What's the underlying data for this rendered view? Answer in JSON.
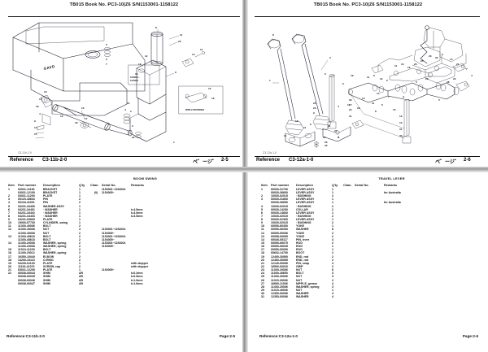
{
  "document": {
    "machine_header": "TB015   Book No. PC3-10|Z6  S/N1153001-1158122"
  },
  "pages": [
    {
      "id": "left",
      "header": "TB015   Book No. PC3-10|Z6  S/N1153001-1158122",
      "illustration": {
        "reference_label": "Reference",
        "reference_code": "C3-11b-2-0",
        "page_label": "ペ゛ージ゛",
        "page_number": "2-5",
        "drawing_code": "C3-11b-2-0",
        "callout_note": "WITH STOPPER",
        "serial_note_line1": "1153001~",
        "serial_note_line2": "1154004"
      },
      "table": {
        "group_title": "BOOM SWING",
        "columns": [
          "Item",
          "Part number",
          "Description",
          "Q'ty",
          "Chan.",
          "Serial No.",
          "Remarks"
        ],
        "rows": [
          {
            "item": "1",
            "part": "03031-11100",
            "desc": "BRACKET",
            "qty": "1",
            "chan": "",
            "serial": "1153001~1154004",
            "rem": ""
          },
          {
            "item": "",
            "part": "03031-12100",
            "desc": "BRACKET",
            "qty": "1",
            "chan": "(0)",
            "serial": "1154005~",
            "rem": ""
          },
          {
            "item": "2",
            "part": "03031-11200",
            "desc": "PLATE",
            "qty": "1",
            "chan": "",
            "serial": "",
            "rem": ""
          },
          {
            "item": "3",
            "part": "00115-40604",
            "desc": "PIN",
            "qty": "2",
            "chan": "",
            "serial": "",
            "rem": ""
          },
          {
            "item": "4",
            "part": "00118-41001",
            "desc": "PIN",
            "qty": "2",
            "chan": "",
            "serial": "",
            "rem": ""
          },
          {
            "item": "5",
            "part": "04231-34400",
            "desc": "WASHER ASSY",
            "qty": "1",
            "chan": "",
            "serial": "",
            "rem": ""
          },
          {
            "item": "6",
            "part": "04231-34401",
            "desc": "·  WASHER",
            "qty": "1",
            "chan": "",
            "serial": "",
            "rem": "t=4.5mm"
          },
          {
            "item": "7",
            "part": "04231-34402",
            "desc": "·  WASHER",
            "qty": "1",
            "chan": "",
            "serial": "",
            "rem": "t=4.0mm"
          },
          {
            "item": "8",
            "part": "04231-34403",
            "desc": "·  WASHER",
            "qty": "1",
            "chan": "",
            "serial": "",
            "rem": "t=3.5mm"
          },
          {
            "item": "9",
            "part": "04231-03600",
            "desc": "PLATE",
            "qty": "1",
            "chan": "",
            "serial": "",
            "rem": ""
          },
          {
            "item": "10",
            "part": "19000-57700",
            "desc": "CYLINDER, swing",
            "qty": "1",
            "chan": "",
            "serial": "",
            "rem": ""
          },
          {
            "item": "11",
            "part": "11300-40006",
            "desc": "BOLT",
            "qty": "2",
            "chan": "",
            "serial": "",
            "rem": ""
          },
          {
            "item": "12",
            "part": "11300-40008",
            "desc": "NUT",
            "qty": "4",
            "chan": "",
            "serial": "1153001~1154004",
            "rem": ""
          },
          {
            "item": "",
            "part": "11300-40008",
            "desc": "NUT",
            "qty": "2",
            "chan": "",
            "serial": "1154005~",
            "rem": ""
          },
          {
            "item": "13",
            "part": "11300-40618",
            "desc": "BOLT",
            "qty": "2",
            "chan": "",
            "serial": "1153001~1154004",
            "rem": ""
          },
          {
            "item": "",
            "part": "11300-40618",
            "desc": "BOLT",
            "qty": "2",
            "chan": "",
            "serial": "1154005~",
            "rem": ""
          },
          {
            "item": "14",
            "part": "11400-20008",
            "desc": "WASHER, spring",
            "qty": "2",
            "chan": "",
            "serial": "1153001~1154004",
            "rem": ""
          },
          {
            "item": "",
            "part": "11400-20008",
            "desc": "WASHER, spring",
            "qty": "2",
            "chan": "",
            "serial": "1154005~",
            "rem": ""
          },
          {
            "item": "15",
            "part": "11010-41230",
            "desc": "BOLT",
            "qty": "2",
            "chan": "",
            "serial": "",
            "rem": ""
          },
          {
            "item": "16",
            "part": "11400-20012",
            "desc": "WASHER, spring",
            "qty": "2",
            "chan": "",
            "serial": "",
            "rem": ""
          },
          {
            "item": "17",
            "part": "16350-10040",
            "desc": "ELBOW",
            "qty": "2",
            "chan": "",
            "serial": "",
            "rem": ""
          },
          {
            "item": "18",
            "part": "14200-10110",
            "desc": "O-RING",
            "qty": "2",
            "chan": "",
            "serial": "",
            "rem": ""
          },
          {
            "item": "19",
            "part": "04239-01100",
            "desc": "PLATE",
            "qty": "1",
            "chan": "",
            "serial": "",
            "rem": "with stopper"
          },
          {
            "item": "20",
            "part": "11100-41070",
            "desc": "SCREW, cap",
            "qty": "2",
            "chan": "",
            "serial": "",
            "rem": "with stopper"
          },
          {
            "item": "21",
            "part": "03031-12200",
            "desc": "PLATE",
            "qty": "1",
            "chan": "",
            "serial": "1154005~",
            "rem": ""
          },
          {
            "item": "22",
            "part": "00038-00044",
            "desc": "SHIM",
            "qty": "AR",
            "chan": "",
            "serial": "",
            "rem": "t=0.2mm"
          },
          {
            "item": "",
            "part": "00038-00045",
            "desc": "SHIM",
            "qty": "AR",
            "chan": "",
            "serial": "",
            "rem": "t=0.5mm"
          },
          {
            "item": "",
            "part": "00038-00046",
            "desc": "SHIM",
            "qty": "AR",
            "chan": "",
            "serial": "",
            "rem": "t=1.0mm"
          },
          {
            "item": "",
            "part": "00038-00047",
            "desc": "SHIM",
            "qty": "AR",
            "chan": "",
            "serial": "",
            "rem": "t=1.6mm"
          }
        ],
        "footer_reference_label": "Reference:",
        "footer_reference_code": "C3-11b-2-0",
        "footer_page_label": "Page:",
        "footer_page_number": "2-5"
      }
    },
    {
      "id": "right",
      "header": "TB015   Book No. PC3-10|Z6  S/N1153001-1158122",
      "illustration": {
        "reference_label": "Reference",
        "reference_code": "C3-12a-1-0",
        "page_label": "ペ゛ージ゛",
        "page_number": "2-6",
        "drawing_code": "C3-12a-1-0",
        "callout_note": "A"
      },
      "table": {
        "group_title": "TRAVEL LEVER",
        "columns": [
          "Item",
          "Part number",
          "Description",
          "Q'ty",
          "Chan.",
          "Serial No.",
          "Remarks"
        ],
        "rows": [
          {
            "item": "1",
            "part": "00030-31700",
            "desc": "LEVER ASSY",
            "qty": "1",
            "chan": "",
            "serial": "",
            "rem": ""
          },
          {
            "item": "",
            "part": "00030-36600",
            "desc": "LEVER ASSY",
            "qty": "1",
            "chan": "",
            "serial": "",
            "rem": "for Australia"
          },
          {
            "item": "2",
            "part": "10030-02015",
            "desc": "·  BUSHING",
            "qty": "2",
            "chan": "",
            "serial": "",
            "rem": ""
          },
          {
            "item": "3",
            "part": "00030-31800",
            "desc": "LEVER ASSY",
            "qty": "1",
            "chan": "",
            "serial": "",
            "rem": ""
          },
          {
            "item": "",
            "part": "00030-36650",
            "desc": "LEVER ASSY",
            "qty": "1",
            "chan": "",
            "serial": "",
            "rem": "for Australia"
          },
          {
            "item": "4",
            "part": "10030-02015",
            "desc": "·  BUSHING",
            "qty": "2",
            "chan": "",
            "serial": "",
            "rem": ""
          },
          {
            "item": "5",
            "part": "00030-14200",
            "desc": "COLLAR",
            "qty": "2",
            "chan": "",
            "serial": "",
            "rem": ""
          },
          {
            "item": "6",
            "part": "00030-14800",
            "desc": "LEVER ASSY",
            "qty": "1",
            "chan": "",
            "serial": "",
            "rem": ""
          },
          {
            "item": "7",
            "part": "10030-02015",
            "desc": "·  BUSHING",
            "qty": "2",
            "chan": "",
            "serial": "",
            "rem": ""
          },
          {
            "item": "8",
            "part": "00030-02300",
            "desc": "LEVER ASSY",
            "qty": "1",
            "chan": "",
            "serial": "",
            "rem": ""
          },
          {
            "item": "9",
            "part": "10030-02015",
            "desc": "·  BUSHING",
            "qty": "2",
            "chan": "",
            "serial": "",
            "rem": ""
          },
          {
            "item": "10",
            "part": "00050-60300",
            "desc": "YOKE",
            "qty": "1",
            "chan": "",
            "serial": "",
            "rem": ""
          },
          {
            "item": "11",
            "part": "00050-06300",
            "desc": "WASHER",
            "qty": "8",
            "chan": "",
            "serial": "",
            "rem": ""
          },
          {
            "item": "12",
            "part": "00050-00006",
            "desc": "YOKE",
            "qty": "2",
            "chan": "",
            "serial": "",
            "rem": ""
          },
          {
            "item": "13",
            "part": "00058-00005",
            "desc": "YOKE",
            "qty": "2",
            "chan": "",
            "serial": "",
            "rem": ""
          },
          {
            "item": "14",
            "part": "00040-05117",
            "desc": "PIN, lever",
            "qty": "4",
            "chan": "",
            "serial": "",
            "rem": ""
          },
          {
            "item": "15",
            "part": "00050-06075",
            "desc": "ROD",
            "qty": "2",
            "chan": "",
            "serial": "",
            "rem": ""
          },
          {
            "item": "16",
            "part": "00050-06045",
            "desc": "ROD",
            "qty": "1",
            "chan": "",
            "serial": "",
            "rem": ""
          },
          {
            "item": "17",
            "part": "00050-00090",
            "desc": "ROD",
            "qty": "1",
            "chan": "",
            "serial": "",
            "rem": ""
          },
          {
            "item": "18",
            "part": "00632-14700",
            "desc": "BOOT",
            "qty": "2",
            "chan": "",
            "serial": "",
            "rem": ""
          },
          {
            "item": "19",
            "part": "12400-30060",
            "desc": "END, rod",
            "qty": "2",
            "chan": "",
            "serial": "",
            "rem": ""
          },
          {
            "item": "20",
            "part": "12400-30065",
            "desc": "END, rod",
            "qty": "2",
            "chan": "",
            "serial": "",
            "rem": ""
          },
          {
            "item": "21",
            "part": "12140-00006",
            "desc": "PIN, snap",
            "qty": "4",
            "chan": "",
            "serial": "",
            "rem": ""
          },
          {
            "item": "22",
            "part": "16500-00020",
            "desc": "GRIP",
            "qty": "2",
            "chan": "",
            "serial": "",
            "rem": ""
          },
          {
            "item": "23",
            "part": "11300-20006",
            "desc": "NUT",
            "qty": "6",
            "chan": "",
            "serial": "",
            "rem": ""
          },
          {
            "item": "24",
            "part": "11000-40650",
            "desc": "BOLT",
            "qty": "3",
            "chan": "",
            "serial": "",
            "rem": ""
          },
          {
            "item": "25",
            "part": "11300-30006",
            "desc": "NUT",
            "qty": "3",
            "chan": "",
            "serial": "",
            "rem": ""
          },
          {
            "item": "26",
            "part": "11315-30006",
            "desc": "NUT",
            "qty": "2",
            "chan": "",
            "serial": "",
            "rem": ""
          },
          {
            "item": "27",
            "part": "16600-11006",
            "desc": "NIPPLE, grease",
            "qty": "4",
            "chan": "",
            "serial": "",
            "rem": ""
          },
          {
            "item": "28",
            "part": "11400-20006",
            "desc": "WASHER, spring",
            "qty": "3",
            "chan": "",
            "serial": "",
            "rem": ""
          },
          {
            "item": "29",
            "part": "11315-40006",
            "desc": "NUT",
            "qty": "1",
            "chan": "",
            "serial": "",
            "rem": ""
          },
          {
            "item": "30",
            "part": "12350-00006",
            "desc": "WASHER",
            "qty": "3",
            "chan": "",
            "serial": "",
            "rem": ""
          },
          {
            "item": "31",
            "part": "12350-00006",
            "desc": "WASHER",
            "qty": "4",
            "chan": "",
            "serial": "",
            "rem": ""
          }
        ],
        "footer_reference_label": "Reference:",
        "footer_reference_code": "C3-12a-1-0",
        "footer_page_label": "Page:",
        "footer_page_number": "2-6"
      }
    }
  ]
}
